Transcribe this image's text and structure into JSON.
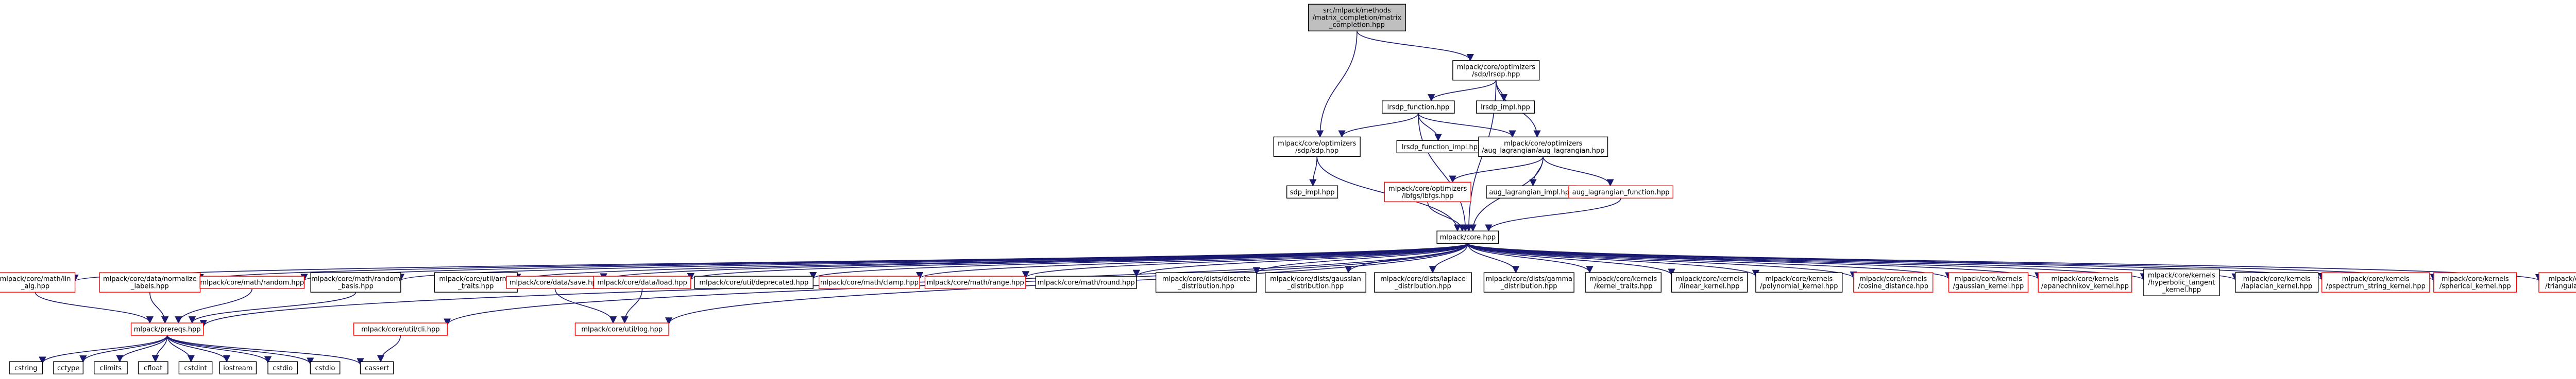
{
  "colors": {
    "edge": "#191970",
    "normal_border": "#000000",
    "missing_border": "#ff0000",
    "root_fill": "#bfbfbf",
    "node_fill": "#ffffff",
    "text": "#000000"
  },
  "nodes": [
    {
      "id": "root",
      "lines": [
        "src/mlpack/methods",
        "/matrix_completion/matrix",
        "_completion.hpp"
      ],
      "kind": "root"
    },
    {
      "id": "lrsdp",
      "lines": [
        "mlpack/core/optimizers",
        "/sdp/lrsdp.hpp"
      ],
      "kind": "normal"
    },
    {
      "id": "lrsdp_function",
      "lines": [
        "lrsdp_function.hpp"
      ],
      "kind": "normal"
    },
    {
      "id": "lrsdp_impl",
      "lines": [
        "lrsdp_impl.hpp"
      ],
      "kind": "normal"
    },
    {
      "id": "sdp",
      "lines": [
        "mlpack/core/optimizers",
        "/sdp/sdp.hpp"
      ],
      "kind": "normal"
    },
    {
      "id": "lrsdp_function_impl",
      "lines": [
        "lrsdp_function_impl.hpp"
      ],
      "kind": "normal"
    },
    {
      "id": "aug_lagrangian",
      "lines": [
        "mlpack/core/optimizers",
        "/aug_lagrangian/aug_lagrangian.hpp"
      ],
      "kind": "normal"
    },
    {
      "id": "sdp_impl",
      "lines": [
        "sdp_impl.hpp"
      ],
      "kind": "normal"
    },
    {
      "id": "lbfgs",
      "lines": [
        "mlpack/core/optimizers",
        "/lbfgs/lbfgs.hpp"
      ],
      "kind": "missing"
    },
    {
      "id": "aug_lagrangian_impl",
      "lines": [
        "aug_lagrangian_impl.hpp"
      ],
      "kind": "normal"
    },
    {
      "id": "aug_lagrangian_function",
      "lines": [
        "aug_lagrangian_function.hpp"
      ],
      "kind": "missing"
    },
    {
      "id": "core",
      "lines": [
        "mlpack/core.hpp"
      ],
      "kind": "normal"
    },
    {
      "id": "lin_alg",
      "lines": [
        "mlpack/core/math/lin",
        "_alg.hpp"
      ],
      "kind": "missing"
    },
    {
      "id": "normalize_labels",
      "lines": [
        "mlpack/core/data/normalize",
        "_labels.hpp"
      ],
      "kind": "missing"
    },
    {
      "id": "math_random",
      "lines": [
        "mlpack/core/math/random.hpp"
      ],
      "kind": "missing"
    },
    {
      "id": "random_basis",
      "lines": [
        "mlpack/core/math/random",
        "_basis.hpp"
      ],
      "kind": "normal"
    },
    {
      "id": "arma_traits",
      "lines": [
        "mlpack/core/util/arma",
        "_traits.hpp"
      ],
      "kind": "normal"
    },
    {
      "id": "data_save",
      "lines": [
        "mlpack/core/data/save.hpp"
      ],
      "kind": "missing"
    },
    {
      "id": "data_load",
      "lines": [
        "mlpack/core/data/load.hpp"
      ],
      "kind": "missing"
    },
    {
      "id": "deprecated",
      "lines": [
        "mlpack/core/util/deprecated.hpp"
      ],
      "kind": "normal"
    },
    {
      "id": "clamp",
      "lines": [
        "mlpack/core/math/clamp.hpp"
      ],
      "kind": "missing"
    },
    {
      "id": "range",
      "lines": [
        "mlpack/core/math/range.hpp"
      ],
      "kind": "missing"
    },
    {
      "id": "round",
      "lines": [
        "mlpack/core/math/round.hpp"
      ],
      "kind": "normal"
    },
    {
      "id": "discrete_distribution",
      "lines": [
        "mlpack/core/dists/discrete",
        "_distribution.hpp"
      ],
      "kind": "normal"
    },
    {
      "id": "gaussian_distribution",
      "lines": [
        "mlpack/core/dists/gaussian",
        "_distribution.hpp"
      ],
      "kind": "normal"
    },
    {
      "id": "laplace_distribution",
      "lines": [
        "mlpack/core/dists/laplace",
        "_distribution.hpp"
      ],
      "kind": "normal"
    },
    {
      "id": "gamma_distribution",
      "lines": [
        "mlpack/core/dists/gamma",
        "_distribution.hpp"
      ],
      "kind": "normal"
    },
    {
      "id": "kernel_traits",
      "lines": [
        "mlpack/core/kernels",
        "/kernel_traits.hpp"
      ],
      "kind": "normal"
    },
    {
      "id": "linear_kernel",
      "lines": [
        "mlpack/core/kernels",
        "/linear_kernel.hpp"
      ],
      "kind": "normal"
    },
    {
      "id": "polynomial_kernel",
      "lines": [
        "mlpack/core/kernels",
        "/polynomial_kernel.hpp"
      ],
      "kind": "normal"
    },
    {
      "id": "cosine_distance",
      "lines": [
        "mlpack/core/kernels",
        "/cosine_distance.hpp"
      ],
      "kind": "missing"
    },
    {
      "id": "gaussian_kernel",
      "lines": [
        "mlpack/core/kernels",
        "/gaussian_kernel.hpp"
      ],
      "kind": "missing"
    },
    {
      "id": "epanechnikov_kernel",
      "lines": [
        "mlpack/core/kernels",
        "/epanechnikov_kernel.hpp"
      ],
      "kind": "missing"
    },
    {
      "id": "hyperbolic_tangent_kernel",
      "lines": [
        "mlpack/core/kernels",
        "/hyperbolic_tangent",
        "_kernel.hpp"
      ],
      "kind": "normal"
    },
    {
      "id": "laplacian_kernel",
      "lines": [
        "mlpack/core/kernels",
        "/laplacian_kernel.hpp"
      ],
      "kind": "normal"
    },
    {
      "id": "pspectrum_string_kernel",
      "lines": [
        "mlpack/core/kernels",
        "/pspectrum_string_kernel.hpp"
      ],
      "kind": "missing"
    },
    {
      "id": "spherical_kernel",
      "lines": [
        "mlpack/core/kernels",
        "/spherical_kernel.hpp"
      ],
      "kind": "missing"
    },
    {
      "id": "triangular_kernel",
      "lines": [
        "mlpack/core/kernels",
        "/triangular_kernel.hpp"
      ],
      "kind": "missing"
    },
    {
      "id": "prereqs",
      "lines": [
        "mlpack/prereqs.hpp"
      ],
      "kind": "missing"
    },
    {
      "id": "cli",
      "lines": [
        "mlpack/core/util/cli.hpp"
      ],
      "kind": "missing"
    },
    {
      "id": "log",
      "lines": [
        "mlpack/core/util/log.hpp"
      ],
      "kind": "missing"
    },
    {
      "id": "cstring",
      "lines": [
        "cstring"
      ],
      "kind": "normal"
    },
    {
      "id": "cctype",
      "lines": [
        "cctype"
      ],
      "kind": "normal"
    },
    {
      "id": "climits",
      "lines": [
        "climits"
      ],
      "kind": "normal"
    },
    {
      "id": "cfloat",
      "lines": [
        "cfloat"
      ],
      "kind": "normal"
    },
    {
      "id": "cstdint",
      "lines": [
        "cstdint"
      ],
      "kind": "normal"
    },
    {
      "id": "iostream",
      "lines": [
        "iostream"
      ],
      "kind": "normal"
    },
    {
      "id": "cstdio",
      "lines": [
        "cstdio"
      ],
      "kind": "normal"
    },
    {
      "id": "cstdio2",
      "lines": [
        "cstdio"
      ],
      "kind": "normal"
    },
    {
      "id": "cassert",
      "lines": [
        "cassert"
      ],
      "kind": "normal"
    }
  ],
  "edges": [
    [
      "root",
      "lrsdp"
    ],
    [
      "root",
      "sdp"
    ],
    [
      "lrsdp",
      "lrsdp_function"
    ],
    [
      "lrsdp",
      "lrsdp_impl"
    ],
    [
      "lrsdp",
      "aug_lagrangian"
    ],
    [
      "lrsdp",
      "core"
    ],
    [
      "lrsdp_function",
      "sdp"
    ],
    [
      "lrsdp_function",
      "lrsdp_function_impl"
    ],
    [
      "lrsdp_function",
      "aug_lagrangian"
    ],
    [
      "lrsdp_function",
      "core"
    ],
    [
      "sdp",
      "sdp_impl"
    ],
    [
      "sdp",
      "core"
    ],
    [
      "aug_lagrangian",
      "lbfgs"
    ],
    [
      "aug_lagrangian",
      "aug_lagrangian_impl"
    ],
    [
      "aug_lagrangian",
      "aug_lagrangian_function"
    ],
    [
      "aug_lagrangian",
      "core"
    ],
    [
      "lbfgs",
      "core"
    ],
    [
      "aug_lagrangian_function",
      "core"
    ],
    [
      "core",
      "lin_alg"
    ],
    [
      "core",
      "normalize_labels"
    ],
    [
      "core",
      "math_random"
    ],
    [
      "core",
      "random_basis"
    ],
    [
      "core",
      "arma_traits"
    ],
    [
      "core",
      "data_save"
    ],
    [
      "core",
      "data_load"
    ],
    [
      "core",
      "deprecated"
    ],
    [
      "core",
      "clamp"
    ],
    [
      "core",
      "range"
    ],
    [
      "core",
      "round"
    ],
    [
      "core",
      "discrete_distribution"
    ],
    [
      "core",
      "gaussian_distribution"
    ],
    [
      "core",
      "laplace_distribution"
    ],
    [
      "core",
      "gamma_distribution"
    ],
    [
      "core",
      "kernel_traits"
    ],
    [
      "core",
      "linear_kernel"
    ],
    [
      "core",
      "polynomial_kernel"
    ],
    [
      "core",
      "cosine_distance"
    ],
    [
      "core",
      "gaussian_kernel"
    ],
    [
      "core",
      "epanechnikov_kernel"
    ],
    [
      "core",
      "hyperbolic_tangent_kernel"
    ],
    [
      "core",
      "laplacian_kernel"
    ],
    [
      "core",
      "pspectrum_string_kernel"
    ],
    [
      "core",
      "spherical_kernel"
    ],
    [
      "core",
      "triangular_kernel"
    ],
    [
      "core",
      "prereqs"
    ],
    [
      "core",
      "cli"
    ],
    [
      "core",
      "log"
    ],
    [
      "lin_alg",
      "prereqs"
    ],
    [
      "normalize_labels",
      "prereqs"
    ],
    [
      "math_random",
      "prereqs"
    ],
    [
      "random_basis",
      "prereqs"
    ],
    [
      "data_save",
      "log"
    ],
    [
      "data_load",
      "log"
    ],
    [
      "cli",
      "cassert"
    ],
    [
      "prereqs",
      "cstring"
    ],
    [
      "prereqs",
      "cctype"
    ],
    [
      "prereqs",
      "climits"
    ],
    [
      "prereqs",
      "cfloat"
    ],
    [
      "prereqs",
      "cstdint"
    ],
    [
      "prereqs",
      "iostream"
    ],
    [
      "prereqs",
      "cstdio"
    ],
    [
      "prereqs",
      "cstdio2"
    ],
    [
      "prereqs",
      "cassert"
    ]
  ]
}
